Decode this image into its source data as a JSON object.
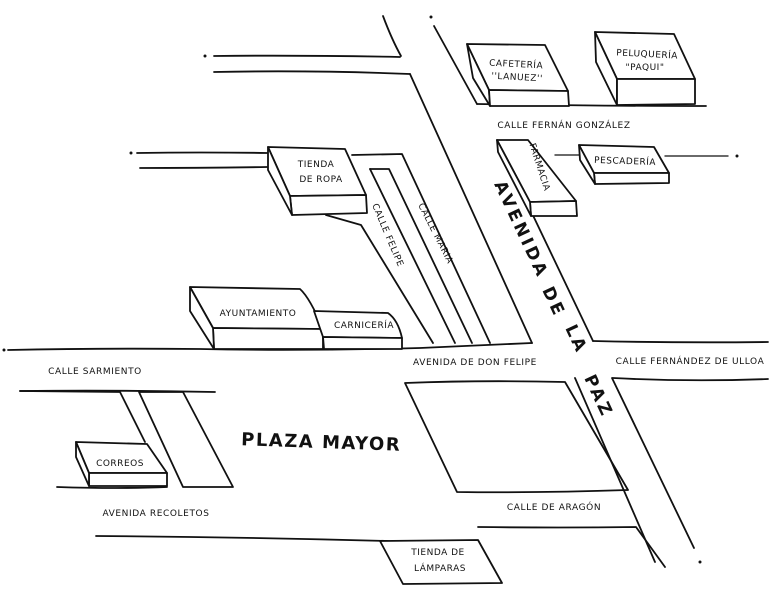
{
  "map": {
    "colors": {
      "ink": "#111111",
      "paper": "#ffffff"
    },
    "landmark": "Plaza Mayor",
    "streets": {
      "avenida_de_la_paz": {
        "word1": "Avenida",
        "word2": "de",
        "word3": "la",
        "word4": "Paz"
      },
      "calle_fernan_gonzalez": "Calle Fernán González",
      "calle_felipe": "Calle Felipe",
      "calle_maria": "Calle Maria",
      "calle_sarmiento": "Calle Sarmiento",
      "avenida_de_don_felipe": "Avenida de Don Felipe",
      "calle_fernandez_de_ulloa": "Calle Fernández de Ulloa",
      "avenida_recoletos": "Avenida Recoletos",
      "calle_de_aragon": "Calle de Aragón"
    },
    "buildings": {
      "cafeteria": {
        "line1": "Cafetería",
        "line2": "''Lanuez''"
      },
      "peluqueria": {
        "line1": "Peluquería",
        "line2": "\"Paqui\""
      },
      "farmacia": "Farmacia",
      "pescaderia": "Pescadería",
      "tienda_ropa": {
        "line1": "Tienda",
        "line2": "de ropa"
      },
      "ayuntamiento": "Ayuntamiento",
      "carniceria": "Carnicería",
      "correos": "Correos",
      "tienda_lamparas": {
        "line1": "Tienda de",
        "line2": "Lámparas"
      }
    }
  }
}
